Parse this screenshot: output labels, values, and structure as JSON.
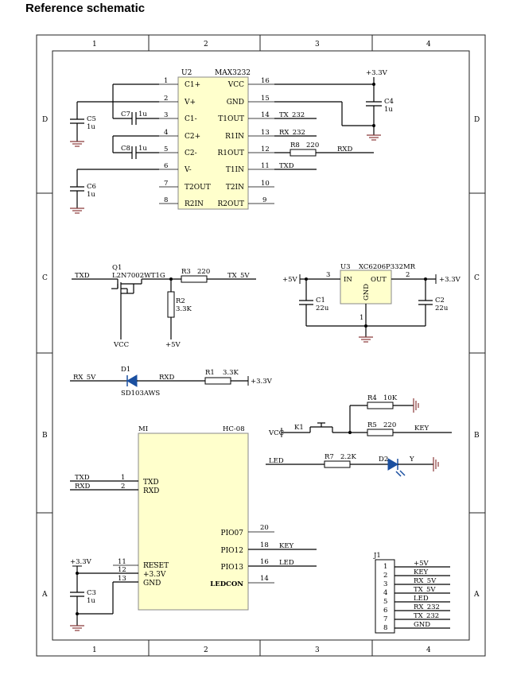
{
  "title": "Reference schematic",
  "grid": {
    "columns": [
      "1",
      "2",
      "3",
      "4"
    ],
    "rows": [
      "D",
      "C",
      "B",
      "A"
    ]
  },
  "u2": {
    "ref": "U2",
    "part": "MAX3232",
    "pins_left": [
      {
        "num": "1",
        "name": "C1+"
      },
      {
        "num": "2",
        "name": "V+"
      },
      {
        "num": "3",
        "name": "C1-"
      },
      {
        "num": "4",
        "name": "C2+"
      },
      {
        "num": "5",
        "name": "C2-"
      },
      {
        "num": "6",
        "name": "V-"
      },
      {
        "num": "7",
        "name": "T2OUT"
      },
      {
        "num": "8",
        "name": "R2IN"
      }
    ],
    "pins_right": [
      {
        "num": "16",
        "name": "VCC",
        "net": ""
      },
      {
        "num": "15",
        "name": "GND",
        "net": ""
      },
      {
        "num": "14",
        "name": "T1OUT",
        "net": "TX_232"
      },
      {
        "num": "13",
        "name": "R1IN",
        "net": "RX_232"
      },
      {
        "num": "12",
        "name": "R1OUT",
        "net": ""
      },
      {
        "num": "11",
        "name": "T1IN",
        "net": "TXD"
      },
      {
        "num": "10",
        "name": "T2IN",
        "net": ""
      },
      {
        "num": "9",
        "name": "R2OUT",
        "net": ""
      }
    ]
  },
  "d_section": {
    "c4": {
      "ref": "C4",
      "val": "1u"
    },
    "c5": {
      "ref": "C5",
      "val": "1u"
    },
    "c6": {
      "ref": "C6",
      "val": "1u"
    },
    "c7": {
      "ref": "C7",
      "val": "1u"
    },
    "c8": {
      "ref": "C8",
      "val": "1u"
    },
    "r8": {
      "ref": "R8",
      "val": "220",
      "net": "RXD"
    },
    "supply": "+3.3V"
  },
  "c_section": {
    "txd": "TXD",
    "q1": {
      "ref": "Q1",
      "part": "L2N7002WT1G"
    },
    "r3": {
      "ref": "R3",
      "val": "220",
      "net": "TX_5V"
    },
    "r2": {
      "ref": "R2",
      "val": "3.3K"
    },
    "vcc": "VCC",
    "plus5": "+5V",
    "u3": {
      "ref": "U3",
      "part": "XC6206P332MR",
      "in": "IN",
      "out": "OUT",
      "gnd": "GND",
      "pin_in": "3",
      "pin_out": "2",
      "pin_gnd": "1"
    },
    "c1": {
      "ref": "C1",
      "val": "22u"
    },
    "c2": {
      "ref": "C2",
      "val": "22u"
    },
    "in_net": "+5V",
    "out_net": "+3.3V"
  },
  "b_section": {
    "rx5v": "RX_5V",
    "d1": {
      "ref": "D1",
      "part": "SD103AWS"
    },
    "rxd": "RXD",
    "r1": {
      "ref": "R1",
      "val": "3.3K"
    },
    "r1_net": "+3.3V",
    "r4": {
      "ref": "R4",
      "val": "10K"
    },
    "r5": {
      "ref": "R5",
      "val": "220"
    },
    "key": "KEY",
    "vcc": "VCC",
    "k1": "K1",
    "led": "LED",
    "r7": {
      "ref": "R7",
      "val": "2.2K"
    },
    "d2": {
      "ref": "D2",
      "val": "Y"
    }
  },
  "a_section": {
    "m1": {
      "ref": "MI",
      "part": "HC-08"
    },
    "left_pins": [
      {
        "net": "TXD",
        "num": "1",
        "name": "TXD"
      },
      {
        "net": "RXD",
        "num": "2",
        "name": "RXD"
      }
    ],
    "right_pins": [
      {
        "num": "20",
        "name": "PIO07",
        "net": ""
      },
      {
        "num": "18",
        "name": "PIO12",
        "net": "KEY"
      },
      {
        "num": "16",
        "name": "PIO13",
        "net": "LED"
      },
      {
        "num": "14",
        "name": "LEDCON",
        "net": ""
      }
    ],
    "power_pins": [
      {
        "num": "11",
        "name": "RESET"
      },
      {
        "num": "12",
        "name": "+3.3V"
      },
      {
        "num": "13",
        "name": "GND"
      }
    ],
    "supply": "+3.3V",
    "c3": {
      "ref": "C3",
      "val": "1u"
    },
    "j1": {
      "ref": "J1",
      "pins": [
        "1",
        "2",
        "3",
        "4",
        "5",
        "6",
        "7",
        "8"
      ],
      "nets": [
        "+5V",
        "KEY",
        "RX_5V",
        "TX_5V",
        "LED",
        "RX_232",
        "TX_232",
        "GND"
      ]
    }
  }
}
